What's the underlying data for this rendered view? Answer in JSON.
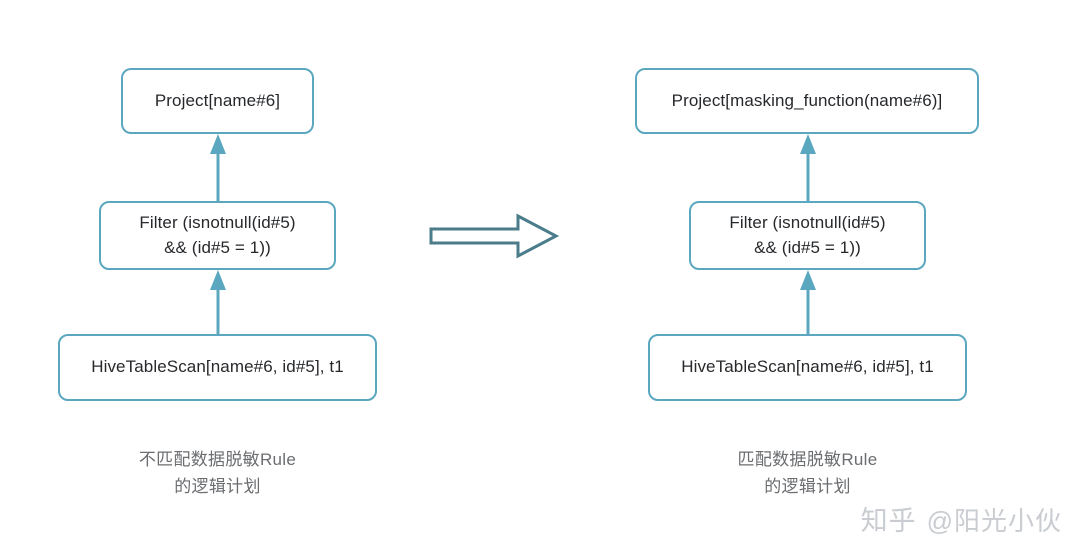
{
  "diagram": {
    "title_semantic": "spark-logical-plan-data-masking-rule-comparison",
    "colors": {
      "node_border": "#5ba7bf",
      "node_fill": "#ffffff",
      "connector": "#5ba7bf",
      "transform_arrow": "#4b7c8c",
      "node_text": "#26282b",
      "caption_text": "#6b6d70",
      "watermark_text": "#c9ccd0",
      "background": "#ffffff"
    },
    "left_plan": {
      "caption": "不匹配数据脱敏Rule\n的逻辑计划",
      "nodes": [
        {
          "id": "project",
          "label": "Project[name#6]"
        },
        {
          "id": "filter",
          "label": "Filter (isnotnull(id#5)\n&& (id#5 = 1))"
        },
        {
          "id": "scan",
          "label": "HiveTableScan[name#6, id#5], t1"
        }
      ]
    },
    "right_plan": {
      "caption": "匹配数据脱敏Rule\n的逻辑计划",
      "nodes": [
        {
          "id": "project",
          "label": "Project[masking_function(name#6)]"
        },
        {
          "id": "filter",
          "label": "Filter (isnotnull(id#5)\n&& (id#5 = 1))"
        },
        {
          "id": "scan",
          "label": "HiveTableScan[name#6, id#5], t1"
        }
      ]
    },
    "watermark": {
      "site": "知乎",
      "handle": "@阳光小伙"
    }
  }
}
